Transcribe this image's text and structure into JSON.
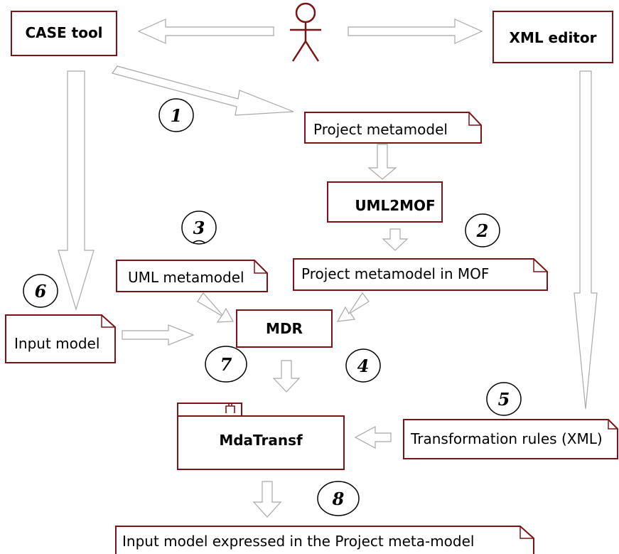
{
  "nodes": {
    "case_tool": "CASE tool",
    "xml_editor": "XML editor",
    "project_metamodel": "Project metamodel",
    "uml2mof": "UML2MOF",
    "uml_metamodel": "UML metamodel",
    "project_metamodel_mof": "Project metamodel in MOF",
    "input_model": "Input model",
    "mdr": "MDR",
    "mdatransf": "MdaTransf",
    "transformation_rules": "Transformation rules (XML)",
    "output": "Input model expressed in the  Project meta-model"
  },
  "steps": [
    "1",
    "2",
    "3",
    "4",
    "5",
    "6",
    "7",
    "8"
  ],
  "colors": {
    "box_border": "#7b1416",
    "arrow_border": "#a8a8a8",
    "actor": "#7b1416"
  }
}
